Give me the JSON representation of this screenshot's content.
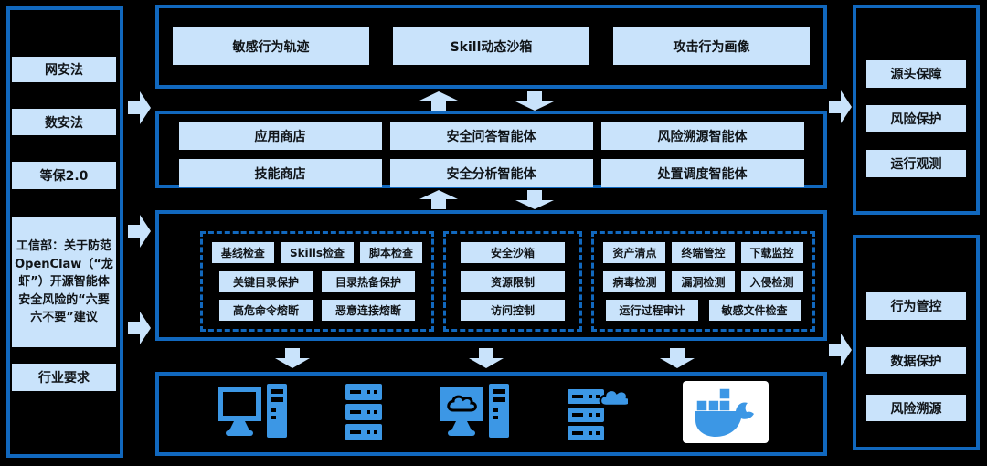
{
  "colors": {
    "background": "#000000",
    "border_blue": "#1168be",
    "box_fill": "#c9e3fb",
    "arrow_fill": "#c9e3fb",
    "icon_blue": "#3c97e5",
    "docker_bg": "#ffffff",
    "text": "#101418"
  },
  "left_panel": {
    "items": [
      "网安法",
      "数安法",
      "等保2.0",
      "工信部：关于防范OpenClaw（“龙虾”）开源智能体安全风险的“六要六不要”建议",
      "行业要求"
    ]
  },
  "mid": {
    "s1": {
      "items": [
        "敏感行为轨迹",
        "Skill动态沙箱",
        "攻击行为画像"
      ]
    },
    "s2": {
      "rows": [
        [
          "应用商店",
          "安全问答智能体",
          "风险溯源智能体"
        ],
        [
          "技能商店",
          "安全分析智能体",
          "处置调度智能体"
        ]
      ]
    },
    "s3": {
      "groups": [
        {
          "rows": [
            [
              "基线检查",
              "Skills检查",
              "脚本检查"
            ],
            [
              "关键目录保护",
              "目录热备保护"
            ],
            [
              "高危命令熔断",
              "恶意连接熔断"
            ]
          ]
        },
        {
          "rows": [
            [
              "安全沙箱"
            ],
            [
              "资源限制"
            ],
            [
              "访问控制"
            ]
          ]
        },
        {
          "rows": [
            [
              "资产清点",
              "终端管控",
              "下载监控"
            ],
            [
              "病毒检测",
              "漏洞检测",
              "入侵检测"
            ],
            [
              "运行过程审计",
              "敏感文件检查"
            ]
          ]
        }
      ]
    },
    "s4": {
      "icons": [
        "desktop-computer",
        "server-rack",
        "cloud-desktop",
        "cloud-server",
        "docker"
      ]
    }
  },
  "right_top": {
    "items": [
      "源头保障",
      "风险保护",
      "运行观测"
    ]
  },
  "right_bottom": {
    "items": [
      "行为管控",
      "数据保护",
      "风险溯源"
    ]
  }
}
